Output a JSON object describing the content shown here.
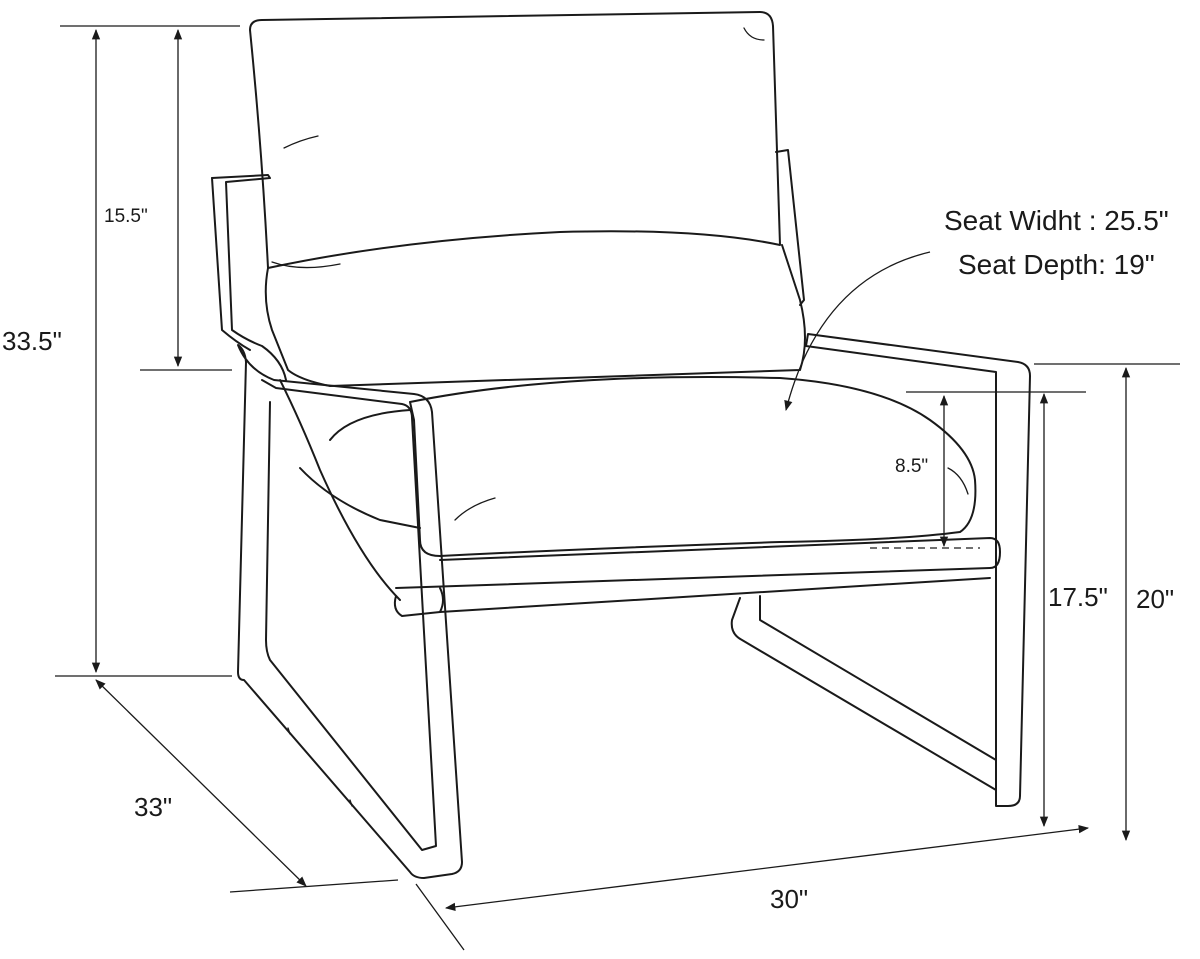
{
  "dimensions": {
    "overall_height": "33.5\"",
    "back_height": "15.5\"",
    "cushion_thickness": "8.5\"",
    "seat_height": "17.5\"",
    "arm_height": "20\"",
    "depth": "33\"",
    "width": "30\""
  },
  "notes": {
    "seat_width": "Seat Widht : 25.5\"",
    "seat_depth": "Seat Depth: 19\""
  },
  "colors": {
    "line": "#1a1a1a",
    "background": "#ffffff"
  }
}
